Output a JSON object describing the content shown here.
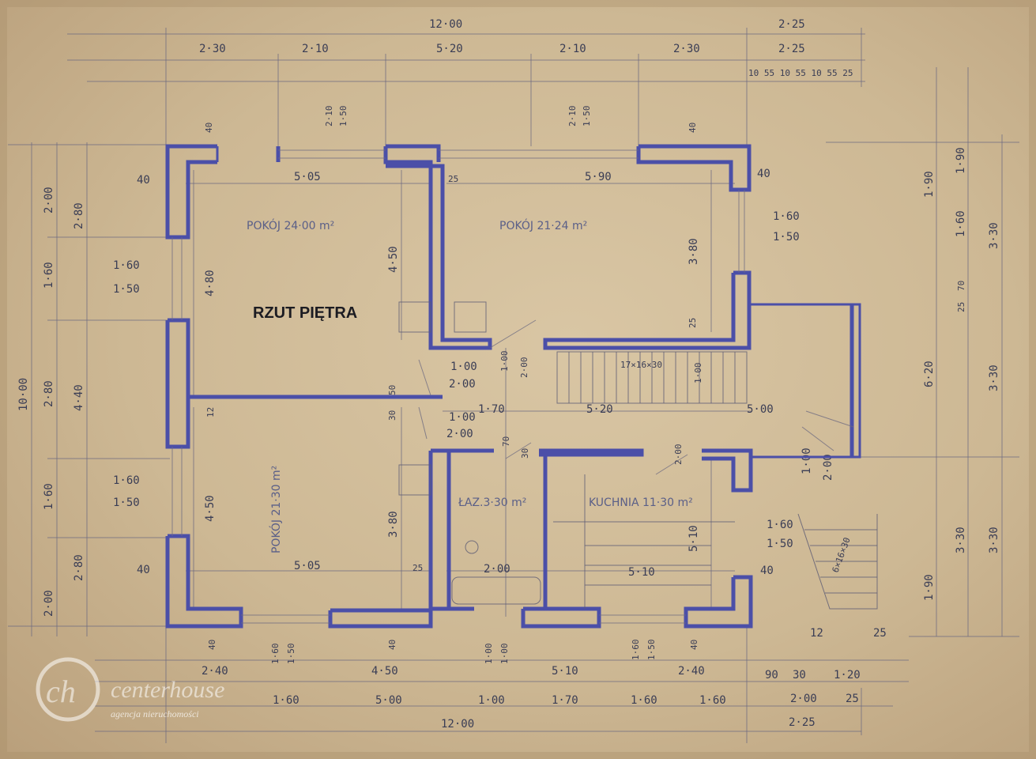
{
  "title": "RZUT PIĘTRA",
  "rooms": {
    "room1": "POKÓJ 24·00 m²",
    "room2": "POKÓJ 21·24 m²",
    "room3": "POKÓJ 21·30 m²",
    "bath": "ŁAZ.3·30 m²",
    "kitchen": "KUCHNIA 11·30 m²"
  },
  "stairs": {
    "main": "17×16×30",
    "ext": "6×16×30"
  },
  "dims_top": {
    "overall": "12·00",
    "seg1": "2·30",
    "seg2": "2·10",
    "seg3": "5·20",
    "seg4": "2·10",
    "seg5": "2·30",
    "ext_a": "2·25",
    "ext_b": "2·25",
    "ext_c": "10 55 10 55 10 55 25",
    "win_a1": "2·10",
    "win_a2": "1·50",
    "win_b1": "2·10",
    "win_b2": "1·50",
    "wall_l": "40",
    "wall_r": "40"
  },
  "dims_inner": {
    "r1_w": "5·05",
    "r2_w": "5·90",
    "r3_w": "5·05",
    "r1_h": "4·50",
    "r1_h2": "4·80",
    "r3_h": "4·50",
    "r3_h2": "3·80",
    "r2_h": "3·80",
    "bath_w": "2·00",
    "kit_w": "5·10",
    "kit_h": "5·10",
    "hall1": "1·00",
    "hall2": "2·00",
    "hall3": "1·00",
    "hall4": "2·00",
    "hall_w": "1·70",
    "stair_w": "5·20",
    "stair_r": "5·00",
    "t25a": "25",
    "t25b": "25",
    "t25c": "25",
    "t12": "12",
    "t40a": "40",
    "t40b": "40",
    "t40c": "40",
    "t40d": "40",
    "d100": "1·00",
    "d200": "2·00",
    "d100b": "1·00",
    "d200b": "2·00",
    "d70": "70",
    "d50": "50",
    "d30": "30",
    "d30b": "30"
  },
  "dims_left": {
    "overall": "10·00",
    "a1": "2·00",
    "a2": "2·80",
    "a3": "1·60",
    "a4": "1·50",
    "a5": "1·60",
    "a6": "2·80",
    "a7": "4·40",
    "a8": "1·60",
    "a9": "1·50",
    "a10": "1·60",
    "a11": "2·80",
    "a12": "2·00"
  },
  "dims_right": {
    "b1": "1·90",
    "b2": "1·90",
    "b3": "1·60",
    "b4": "1·50",
    "b5": "3·30",
    "b6": "1·60",
    "b7": "1·60",
    "b8": "1·50",
    "b9": "6·20",
    "b10": "3·30",
    "b11": "3·30",
    "b12": "3·30",
    "b13": "1·90",
    "b14": "70",
    "b15": "25",
    "b16": "1·00",
    "b17": "2·00"
  },
  "dims_bottom": {
    "overall": "12·00",
    "s1": "2·40",
    "s2": "4·50",
    "s3": "5·10",
    "s4": "2·40",
    "t1": "1·60",
    "t2": "5·00",
    "t3": "1·00",
    "t4": "1·70",
    "t5": "1·60",
    "t6": "1·60",
    "w1a": "1·60",
    "w1b": "1·50",
    "w2a": "1·60",
    "w2b": "1·50",
    "d1a": "1·00",
    "d1b": "1·00",
    "b40a": "40",
    "b40b": "40",
    "b40c": "40",
    "e1": "90",
    "e2": "30",
    "e3": "1·20",
    "e4": "2·00",
    "e5": "25",
    "e6": "2·25",
    "e7": "12",
    "e8": "25"
  },
  "logo": {
    "mark": "ch",
    "name": "centerhouse",
    "tagline": "agencja nieruchomości"
  },
  "colors": {
    "paper": "#cdb894",
    "ink_walls": "#4b4fa8",
    "ink_text": "#3a3d55"
  }
}
